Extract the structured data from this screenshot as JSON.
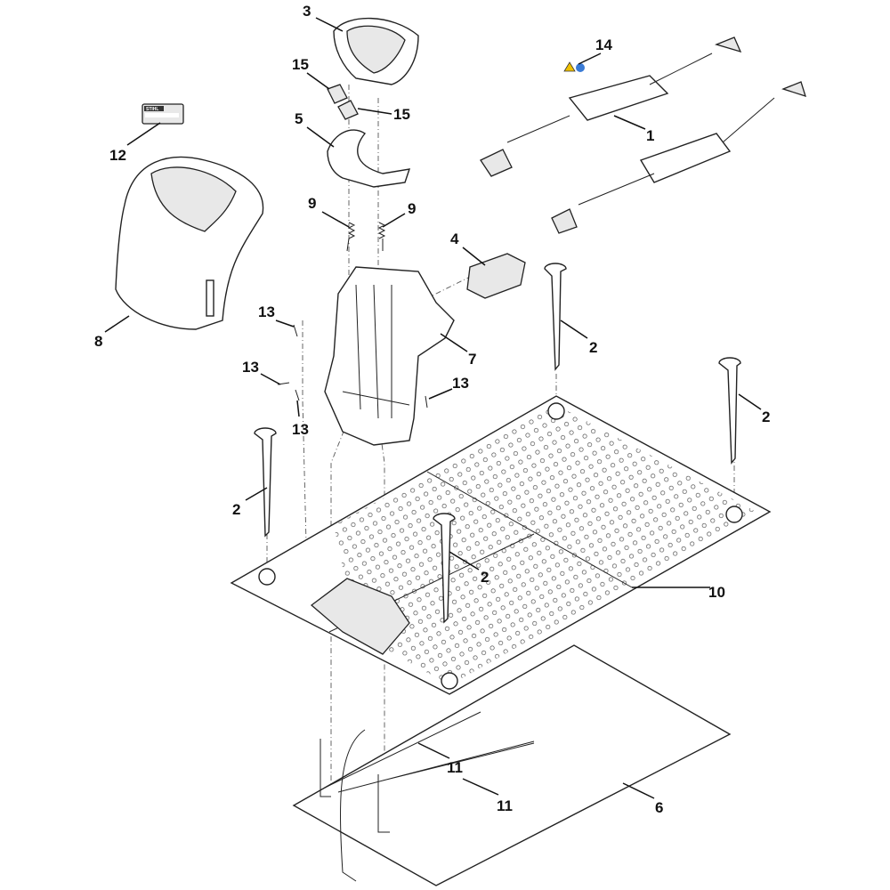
{
  "diagram": {
    "type": "exploded parts diagram",
    "callouts": [
      "3",
      "14",
      "15",
      "15",
      "12",
      "5",
      "1",
      "9",
      "9",
      "4",
      "13",
      "8",
      "2",
      "7",
      "13",
      "13",
      "13",
      "2",
      "2",
      "2",
      "10",
      "11",
      "11",
      "6"
    ],
    "sticker_brand": "STIHL"
  }
}
